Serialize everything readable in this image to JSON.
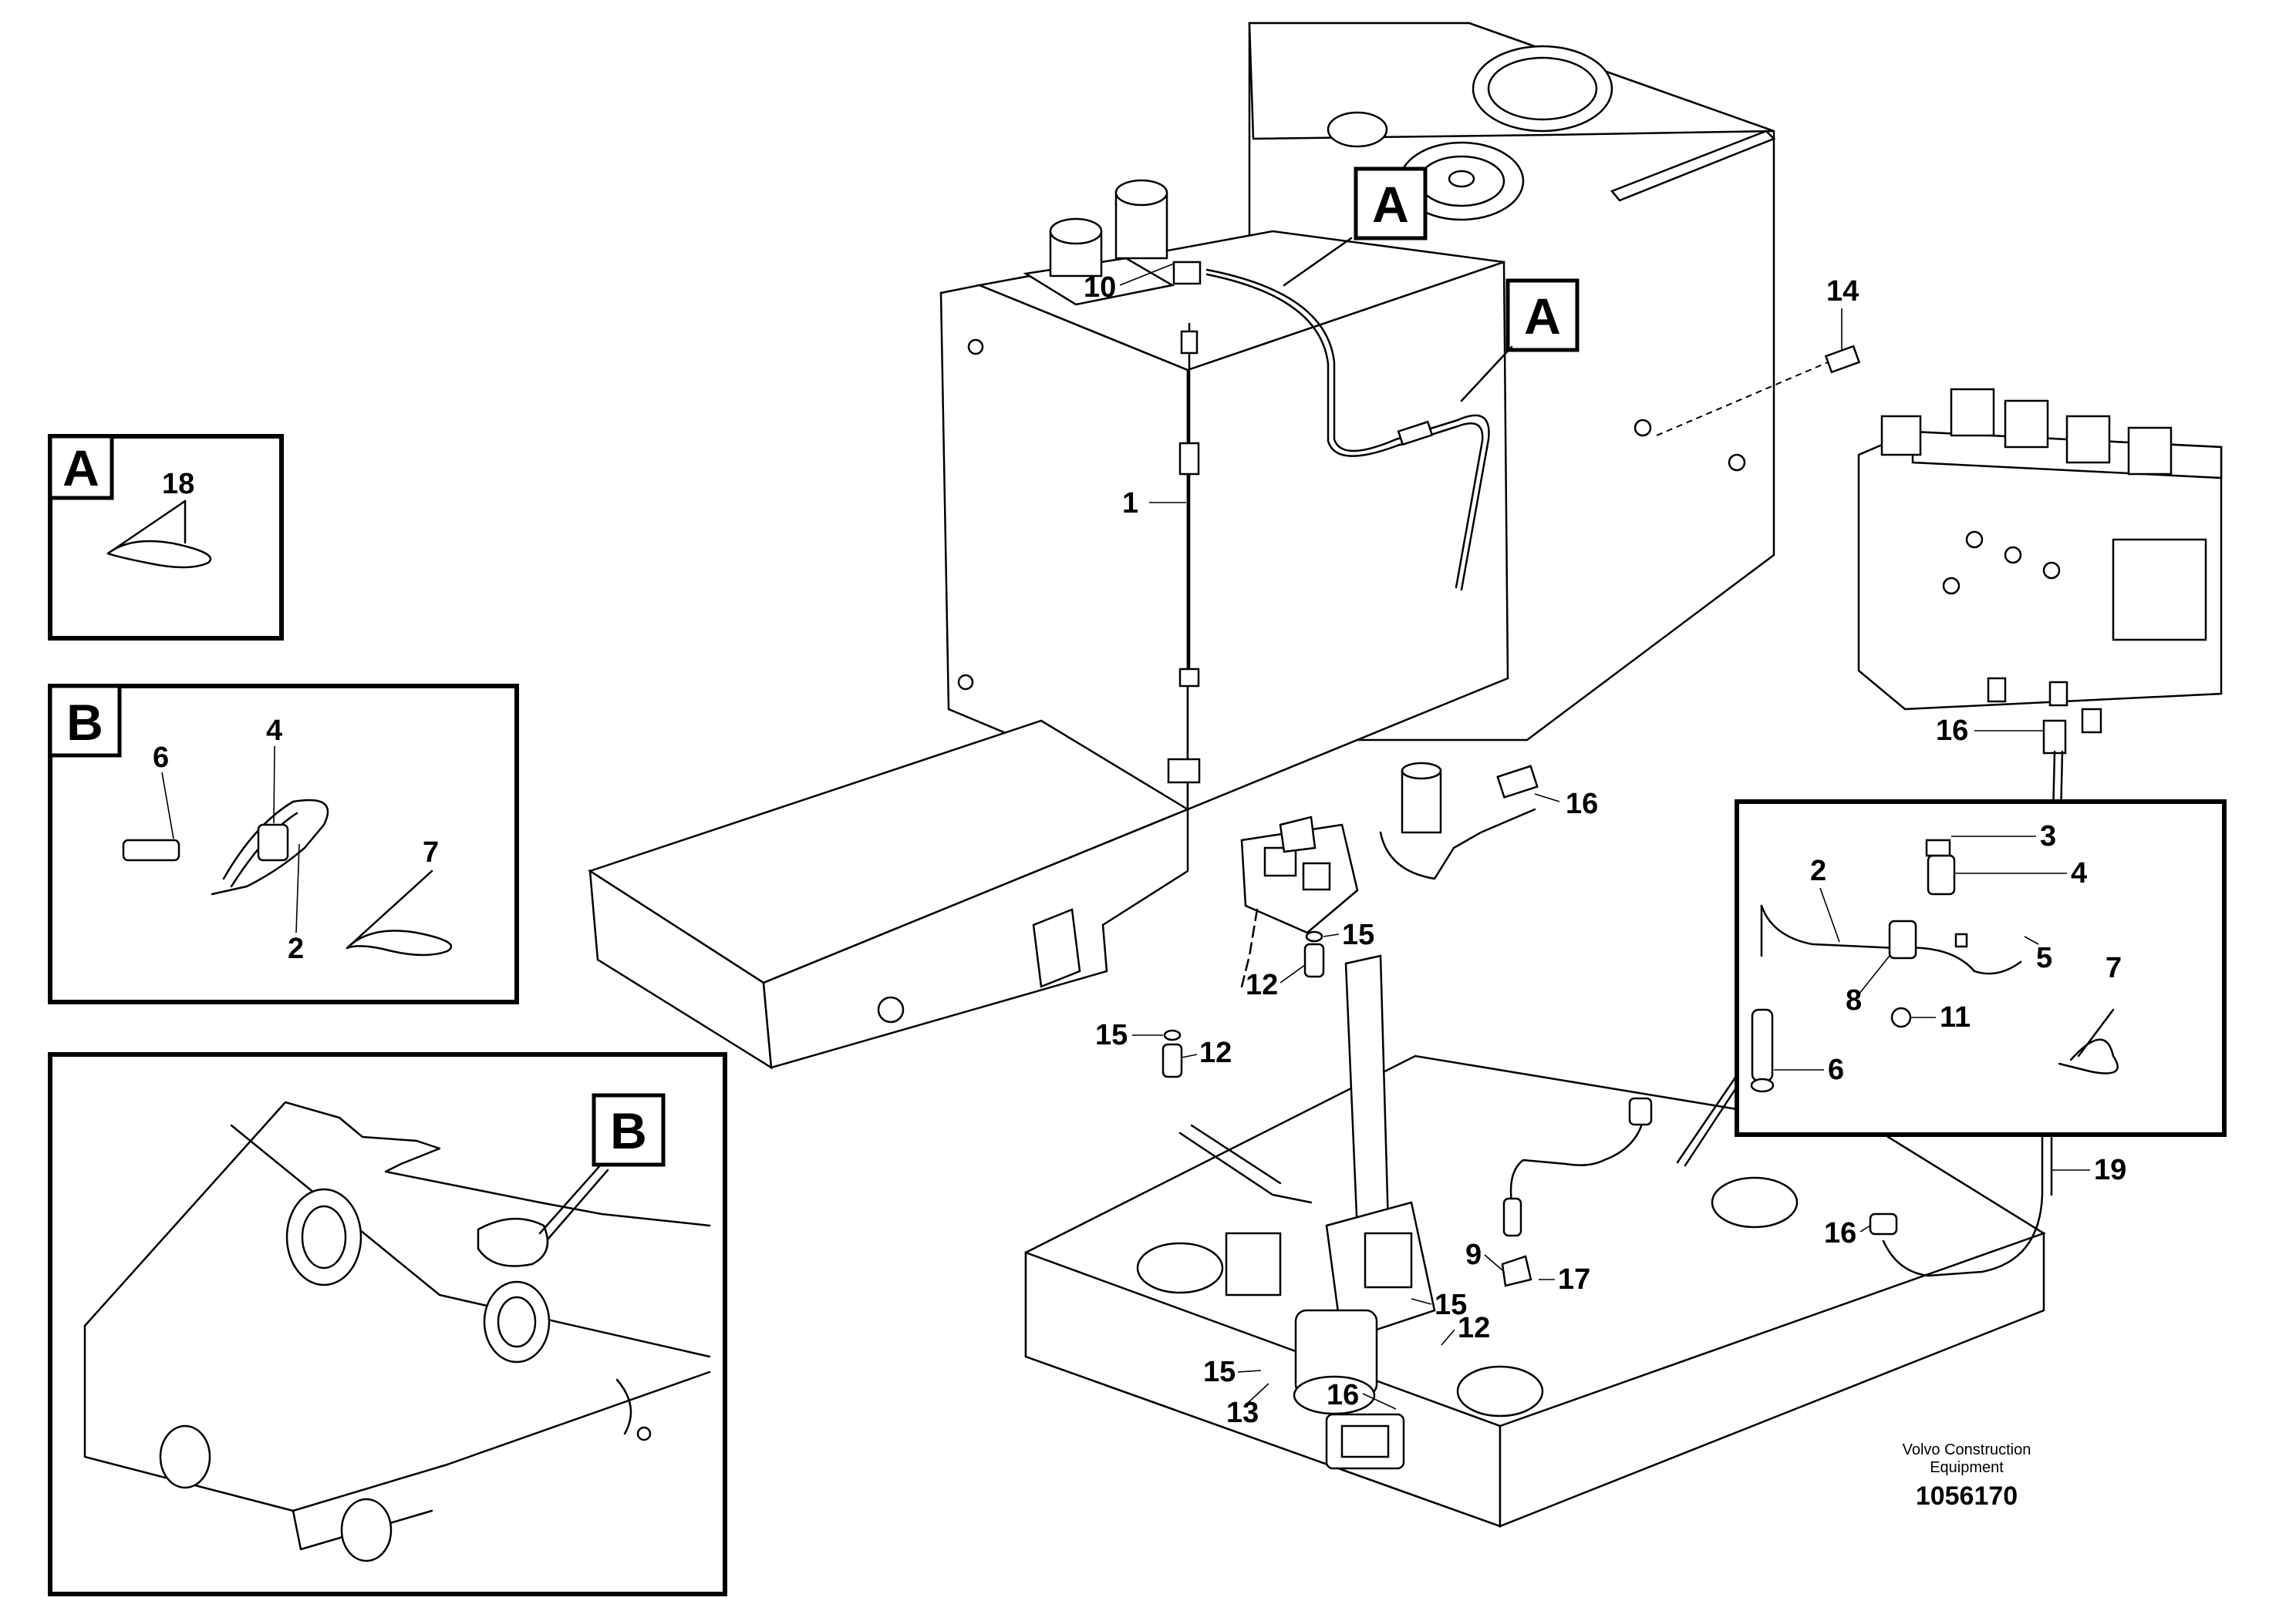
{
  "callouts": {
    "c1": "1",
    "c10": "10",
    "c14": "14",
    "c16_valve": "16",
    "c16_mid": "16",
    "c15_a": "15",
    "c12_a": "12",
    "c15_b": "15",
    "c12_b": "12",
    "c9": "9",
    "c17": "17",
    "c15_c": "15",
    "c12_c": "12",
    "c15_d": "15",
    "c13": "13",
    "c16_low": "16",
    "c16_right": "16",
    "c19": "19",
    "c18": "18",
    "c6_b": "6",
    "c4_b": "4",
    "c7_b": "7",
    "c2_b": "2",
    "c3_r": "3",
    "c4_r": "4",
    "c2_r": "2",
    "c5_r": "5",
    "c8_r": "8",
    "c11_r": "11",
    "c6_r": "6",
    "c7_r": "7"
  },
  "reference_tags": {
    "tank_a1": "A",
    "tank_a2": "A",
    "inset_a": "A",
    "inset_b": "B",
    "frame_b": "B"
  },
  "footer": {
    "brand_line1": "Volvo Construction",
    "brand_line2": "Equipment",
    "doc_number": "1056170"
  }
}
